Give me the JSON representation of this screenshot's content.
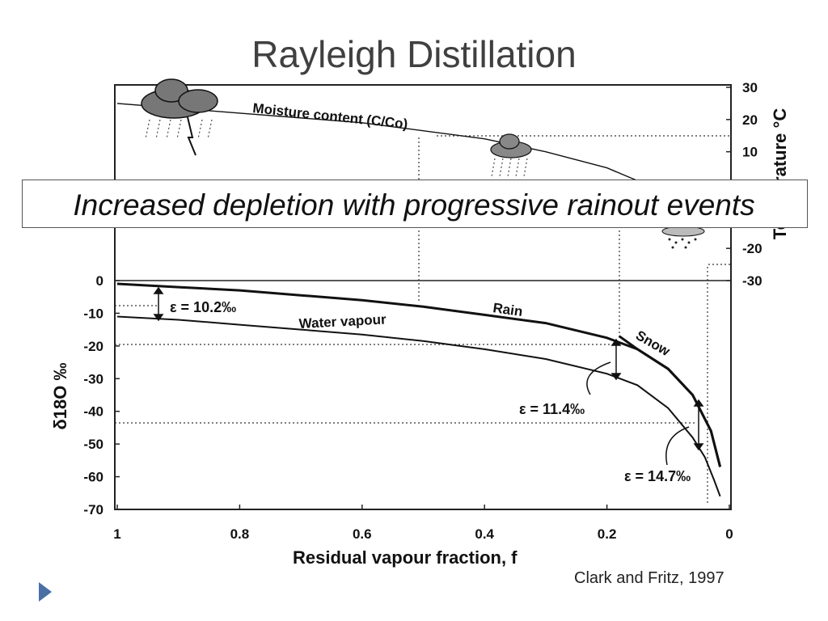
{
  "slide": {
    "title": "Rayleigh Distillation",
    "callout": "Increased depletion with progressive rainout events",
    "citation": "Clark and Fritz, 1997"
  },
  "chart_data": {
    "type": "line",
    "xlabel": "Residual vapour fraction, f",
    "ylabel": "δ18O ‰",
    "y2label": "Temperature °C",
    "xlim": [
      1,
      0
    ],
    "ylim": [
      -70,
      0
    ],
    "y2lim": [
      -30,
      30
    ],
    "xticks": [
      "1",
      "0.8",
      "0.6",
      "0.4",
      "0.2",
      "0"
    ],
    "yticks": [
      "0",
      "-10",
      "-20",
      "-30",
      "-40",
      "-50",
      "-60",
      "-70"
    ],
    "y2ticks": [
      "30",
      "20",
      "10",
      "-20",
      "-30"
    ],
    "grid": false,
    "series": [
      {
        "name": "Rain",
        "x": [
          1,
          0.9,
          0.8,
          0.7,
          0.6,
          0.5,
          0.4,
          0.3,
          0.2,
          0.15,
          0.1,
          0.06,
          0.03,
          0.015
        ],
        "y": [
          -1,
          -2,
          -3,
          -4.5,
          -6,
          -8,
          -10.5,
          -13,
          -17.5,
          -21,
          -27,
          -35,
          -46,
          -57
        ]
      },
      {
        "name": "Snow",
        "x": [
          0.18,
          0.15,
          0.1,
          0.06,
          0.03,
          0.015
        ],
        "y": [
          -17,
          -21,
          -27,
          -35,
          -46,
          -57
        ]
      },
      {
        "name": "Water vapour",
        "x": [
          1,
          0.9,
          0.8,
          0.7,
          0.6,
          0.5,
          0.4,
          0.3,
          0.2,
          0.15,
          0.1,
          0.06,
          0.04,
          0.025,
          0.015
        ],
        "y": [
          -11,
          -12,
          -13.5,
          -15,
          -16.5,
          -18.5,
          -21,
          -24,
          -28.5,
          -32,
          -39,
          -48,
          -54,
          -61,
          -66
        ]
      },
      {
        "name": "Moisture content (C/Co)",
        "axis": "temperature",
        "x": [
          1,
          0.8,
          0.6,
          0.4,
          0.3,
          0.2,
          0.1
        ],
        "y": [
          25,
          22,
          19,
          14,
          10,
          5,
          -3
        ]
      }
    ],
    "annotations": [
      {
        "text": "ε = 10.2‰",
        "x": 1.0,
        "y": -8
      },
      {
        "text": "ε = 11.4‰",
        "x": 0.18,
        "y": -20
      },
      {
        "text": "ε = 14.7‰",
        "x": 0.05,
        "y": -44
      }
    ]
  }
}
